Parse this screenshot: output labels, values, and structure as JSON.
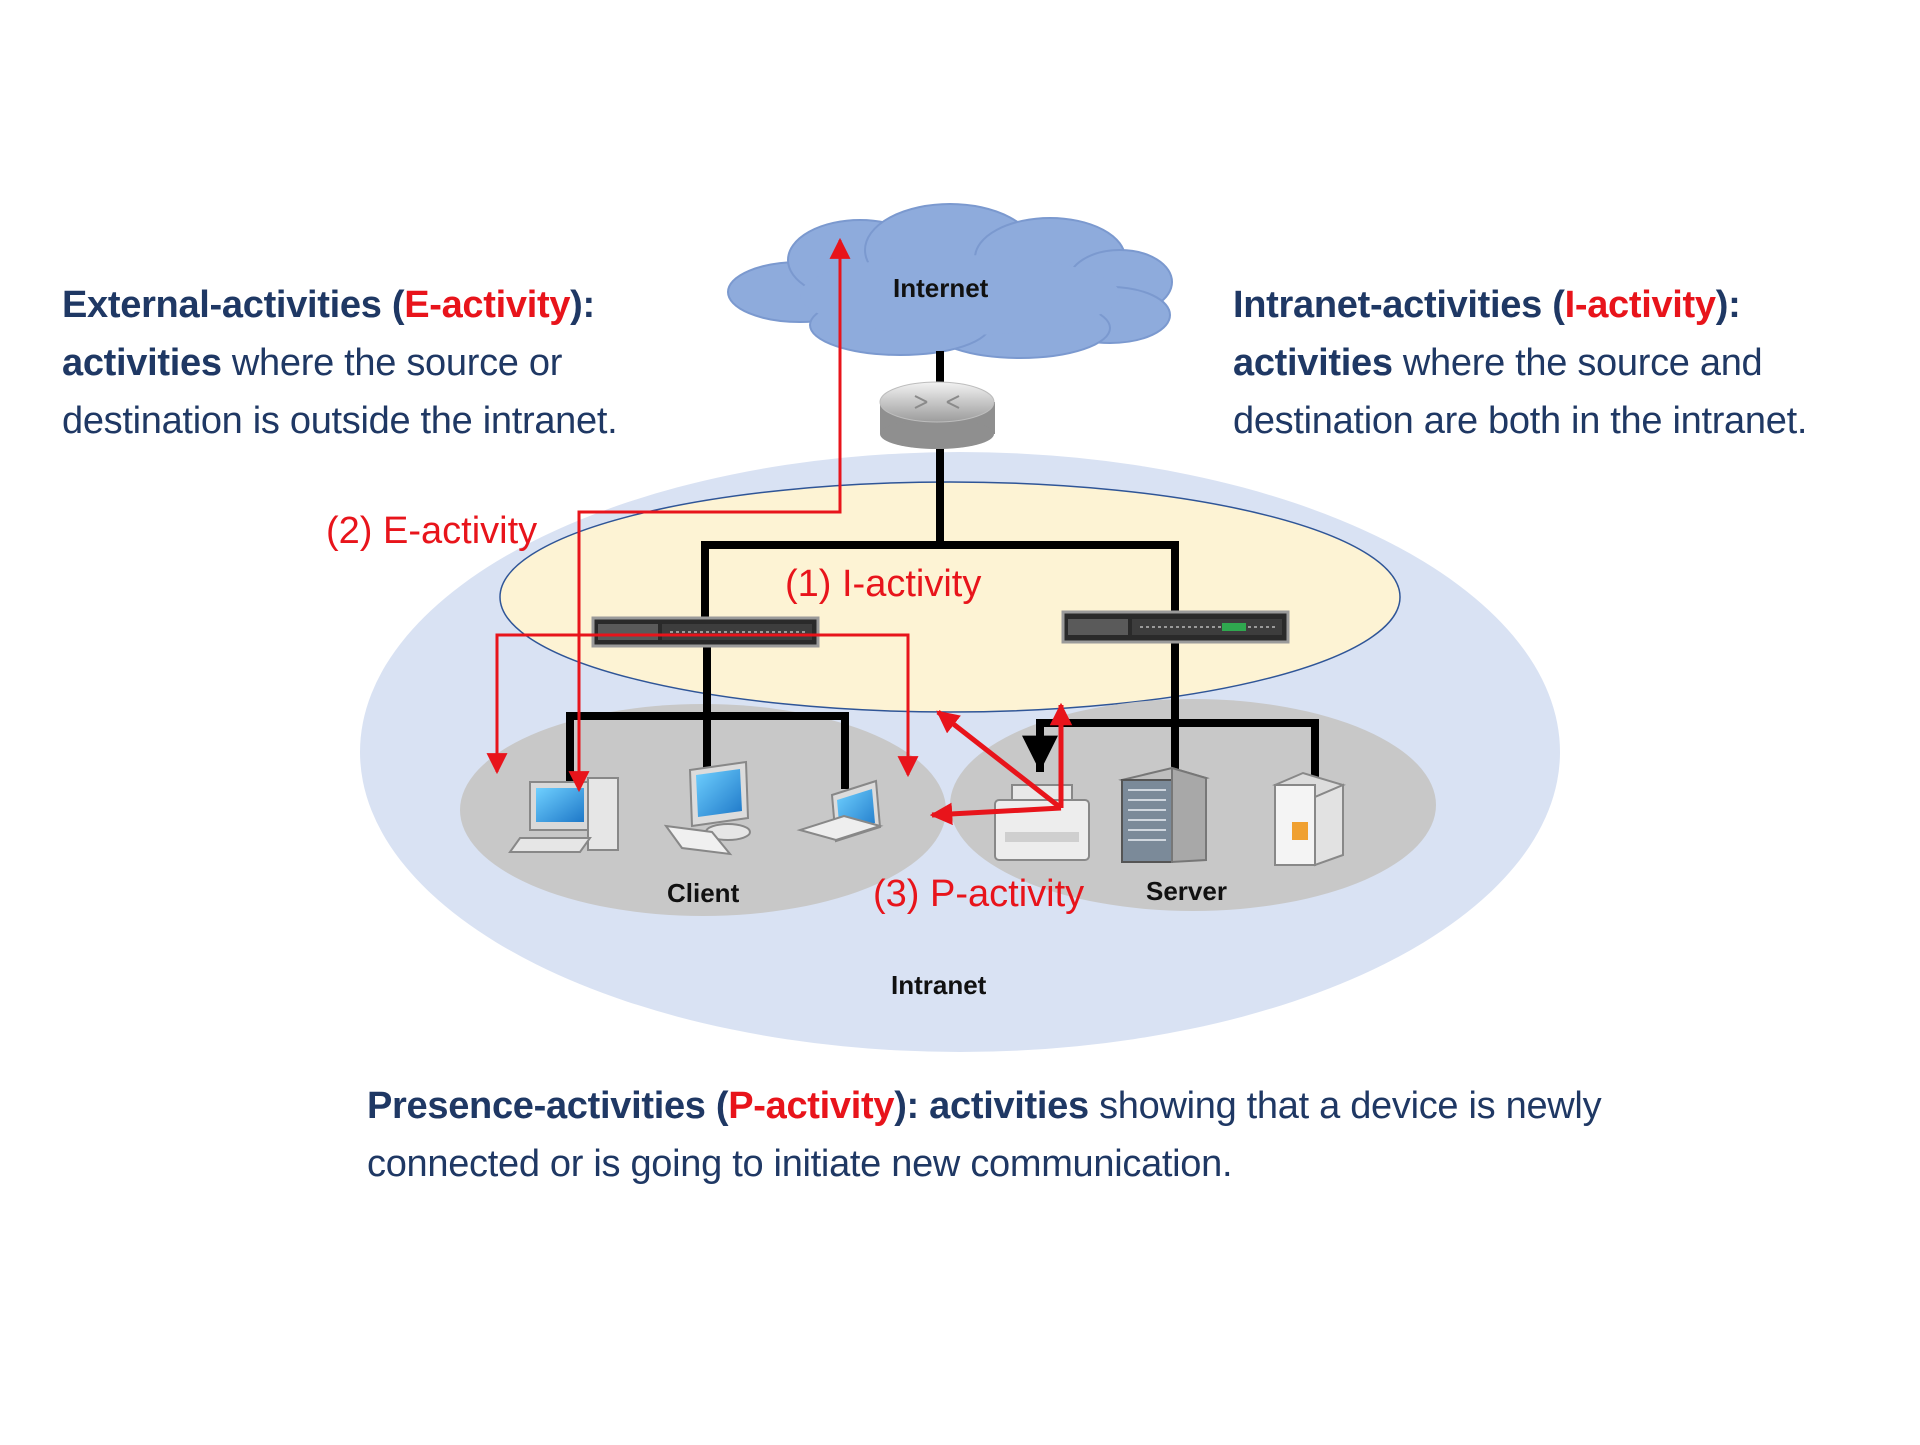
{
  "colors": {
    "navy_text": "#1f3864",
    "red_highlight": "#e8141b",
    "cloud_fill": "#8eabdc",
    "intranet_fill": "#d9e2f3",
    "core_zone_fill": "#fdf3d4",
    "device_zone_fill": "#c8c8c8",
    "wire": "#000000",
    "activity_arrow": "#e8141b"
  },
  "labels": {
    "internet": "Internet",
    "intranet": "Intranet",
    "client": "Client",
    "server": "Server"
  },
  "flows": {
    "i_activity": "(1) I-activity",
    "e_activity": "(2) E-activity",
    "p_activity": "(3) P-activity"
  },
  "definitions": {
    "external": {
      "term": "External-activities (",
      "abbr": "E-activity",
      "close": "):",
      "lead": "activities",
      "rest": " where the source or destination is outside the intranet."
    },
    "intranet": {
      "term": "Intranet-activities (",
      "abbr": "I-activity",
      "close": "):",
      "lead": "activities",
      "rest": " where the source and destination are both in the intranet."
    },
    "presence": {
      "term": "Presence-activities (",
      "abbr": "P-activity",
      "close": "):",
      "lead": " activities",
      "rest": " showing that a device is newly connected or is going to initiate new communication."
    }
  },
  "icons": [
    "cloud-icon",
    "router-icon",
    "rack-switch-icon",
    "desktop-computer-icon",
    "monitor-icon",
    "laptop-icon",
    "printer-icon",
    "server-tower-icon",
    "storage-server-icon"
  ]
}
